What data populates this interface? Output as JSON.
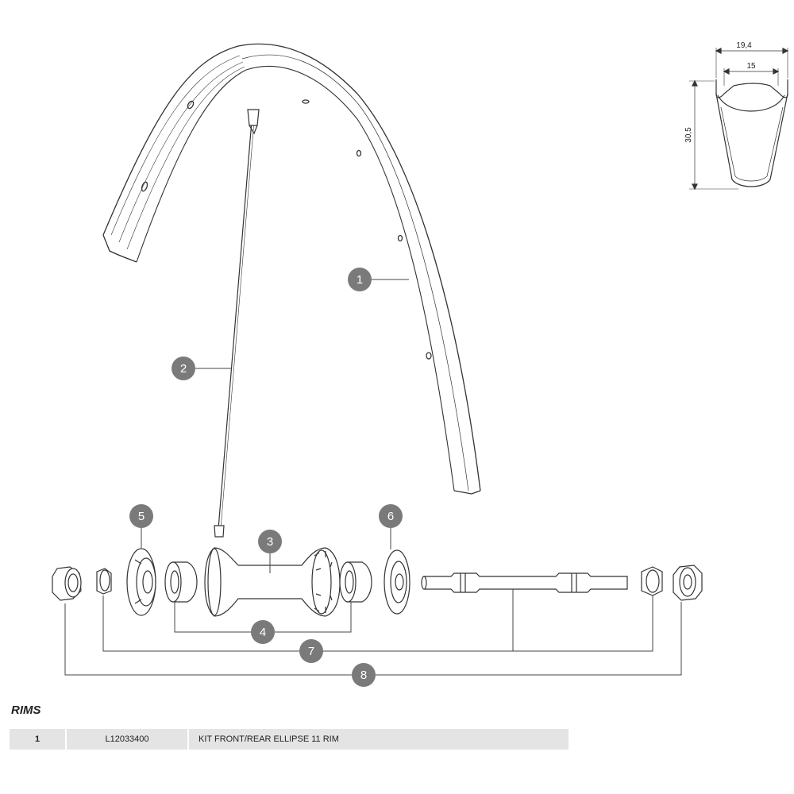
{
  "rim_profile": {
    "outer_width": "19,4",
    "inner_width": "15",
    "height": "30,5"
  },
  "callouts": [
    "1",
    "2",
    "3",
    "4",
    "5",
    "6",
    "7",
    "8"
  ],
  "section": {
    "title": "RIMS"
  },
  "parts": [
    {
      "number": "1",
      "code": "L12033400",
      "description": "KIT FRONT/REAR ELLIPSE 11 RIM"
    }
  ],
  "colors": {
    "callout_fill": "#7a7a7a",
    "line": "#333333",
    "row_background": "#e4e4e4"
  }
}
